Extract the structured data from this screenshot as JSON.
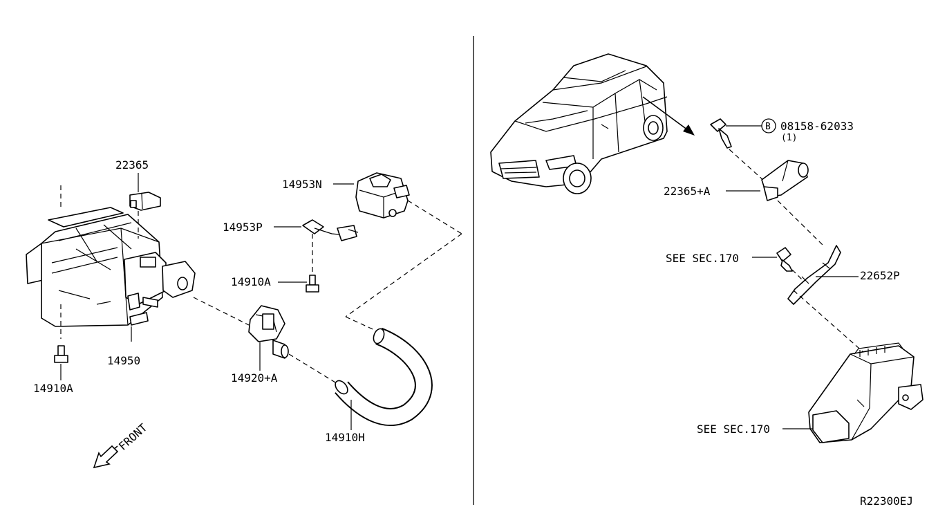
{
  "labels": {
    "sensor_22365": "22365",
    "valve_14953N": "14953N",
    "bracket_14953P": "14953P",
    "bolt_14910A_mid": "14910A",
    "canister_14950": "14950",
    "bolt_14910A_left": "14910A",
    "connector_14920A": "14920+A",
    "hose_14910H": "14910H",
    "front": "FRONT",
    "bolt_B_symbol": "B",
    "bolt_08158": "08158-62033",
    "bolt_qty": "(1)",
    "sensor_22365A": "22365+A",
    "see_sec_170_top": "SEE SEC.170",
    "bracket_22652P": "22652P",
    "see_sec_170_bottom": "SEE SEC.170",
    "diagram_code": "R22300EJ"
  }
}
